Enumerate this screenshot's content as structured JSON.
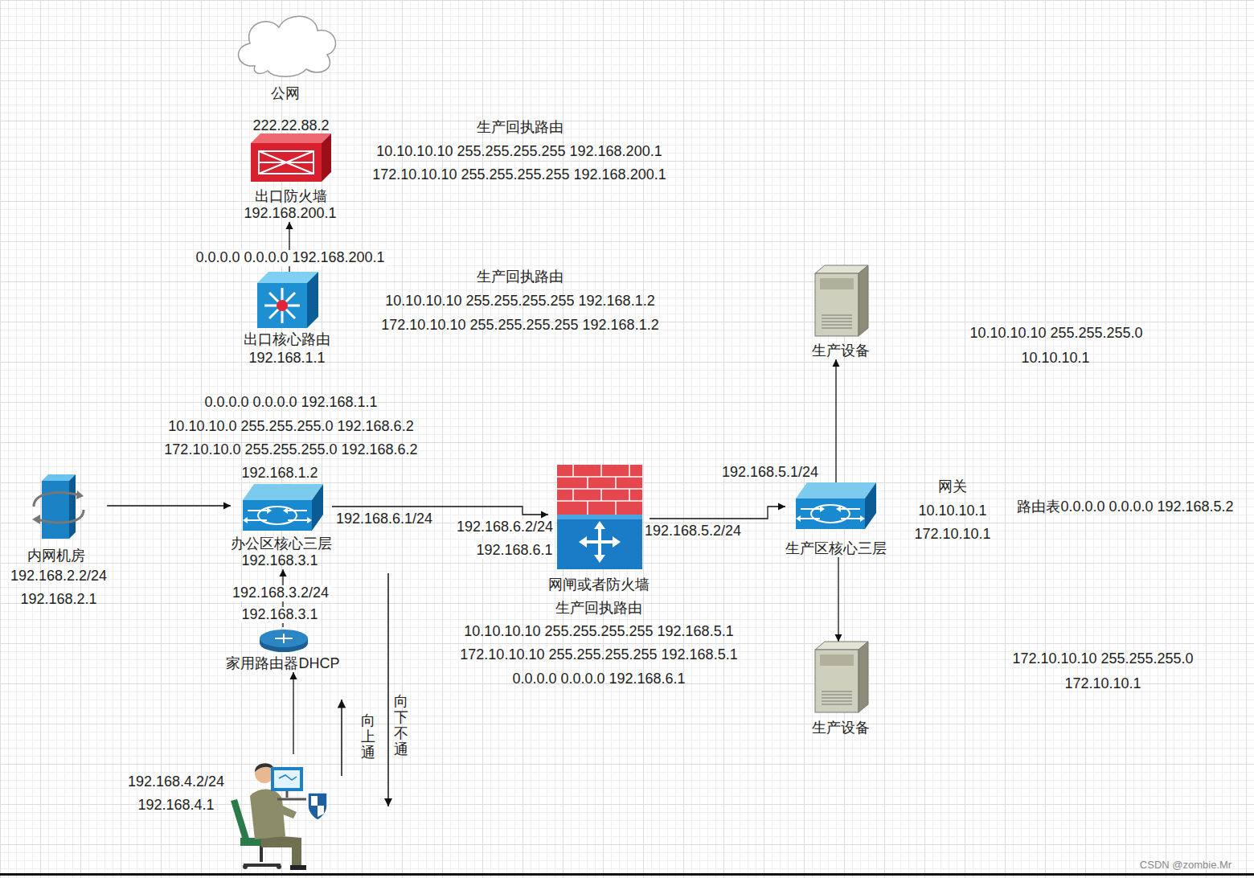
{
  "diagram": {
    "nodes": [
      {
        "text": [
          "公网"
        ]
      },
      {
        "text": [
          "222.22.88.2",
          "出口防火墙",
          "192.168.200.1"
        ]
      },
      {
        "text": [
          "出口核心路由",
          "192.168.1.1"
        ]
      },
      {
        "text": [
          "生产设备"
        ]
      },
      {
        "text": [
          "内网机房",
          "192.168.2.2/24",
          "192.168.2.1"
        ]
      },
      {
        "text": [
          "192.168.1.2",
          "办公区核心三层",
          "192.168.3.1"
        ]
      },
      {
        "text": [
          "网闸或者防火墙"
        ]
      },
      {
        "text": [
          "生产区核心三层"
        ]
      },
      {
        "text": [
          "家用路由器DHCP"
        ]
      },
      {
        "text": [
          "生产设备"
        ]
      },
      {
        "text": [
          "192.168.4.2/24",
          "192.168.4.1"
        ]
      }
    ],
    "edges": [
      {
        "from": 2,
        "to": 1,
        "arrow": "to"
      },
      {
        "from": 4,
        "to": 5,
        "arrow": "to"
      },
      {
        "from": 5,
        "to": 6,
        "arrow": "to"
      },
      {
        "from": 6,
        "to": 7,
        "arrow": "to"
      },
      {
        "from": 7,
        "to": 3,
        "arrow": "to"
      },
      {
        "from": 7,
        "to": 9,
        "arrow": "to"
      },
      {
        "from": 8,
        "to": 5,
        "arrow": "to"
      },
      {
        "from": 10,
        "to": 8,
        "arrow": "to"
      }
    ],
    "labels": [
      "生产回执路由",
      "10.10.10.10 255.255.255.255 192.168.200.1",
      "172.10.10.10 255.255.255.255 192.168.200.1",
      "0.0.0.0 0.0.0.0 192.168.200.1",
      "生产回执路由",
      "10.10.10.10 255.255.255.255 192.168.1.2",
      "172.10.10.10 255.255.255.255 192.168.1.2",
      "10.10.10.10 255.255.255.0",
      "10.10.10.1",
      "0.0.0.0 0.0.0.0 192.168.1.1",
      "10.10.10.0 255.255.255.0 192.168.6.2",
      "172.10.10.0 255.255.255.0 192.168.6.2",
      "192.168.5.1/24",
      "网关",
      "10.10.10.1",
      "路由表0.0.0.0 0.0.0.0 192.168.5.2",
      "192.168.6.1/24",
      "192.168.6.2/24",
      "192.168.5.2/24",
      "172.10.10.1",
      "192.168.6.1",
      "192.168.3.2/24",
      "生产回执路由",
      "192.168.3.1",
      "10.10.10.10 255.255.255.255 192.168.5.1",
      "172.10.10.10 255.255.255.255 192.168.5.1",
      "172.10.10.10 255.255.255.0",
      "0.0.0.0 0.0.0.0 192.168.6.1",
      "172.10.10.1",
      "向上通",
      "向下不通",
      "CSDN @zombie.Mr"
    ]
  }
}
